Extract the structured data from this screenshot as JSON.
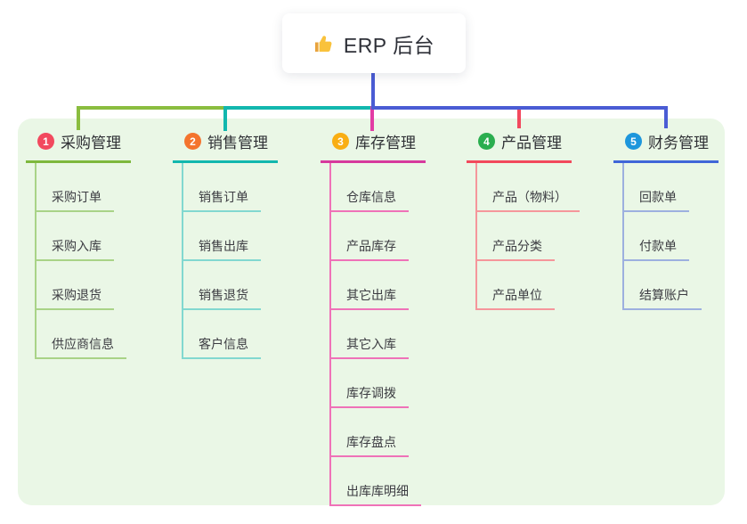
{
  "root": {
    "label": "ERP 后台",
    "icon": "thumbs-up-icon"
  },
  "canvas": {
    "panel_bg": "#EAF7E6",
    "stem_color": "#4A5CD4"
  },
  "branches": [
    {
      "number": "1",
      "label": "采购管理",
      "circle_color": "#F2495E",
      "line_color": "#7EB83D",
      "child_line_color": "#A9D387",
      "elbow_color": "#8ABD3F",
      "items": [
        "采购订单",
        "采购入库",
        "采购退货",
        "供应商信息"
      ]
    },
    {
      "number": "2",
      "label": "销售管理",
      "circle_color": "#F4742E",
      "line_color": "#12B7AE",
      "child_line_color": "#82D8D0",
      "elbow_color": "#12B7AE",
      "items": [
        "销售订单",
        "销售出库",
        "销售退货",
        "客户信息"
      ]
    },
    {
      "number": "3",
      "label": "库存管理",
      "circle_color": "#F9AE13",
      "line_color": "#D63A9D",
      "child_line_color": "#EF72B8",
      "elbow_color": "#E23CA4",
      "items": [
        "仓库信息",
        "产品库存",
        "其它出库",
        "其它入库",
        "库存调拨",
        "库存盘点",
        "出库库明细"
      ]
    },
    {
      "number": "4",
      "label": "产品管理",
      "circle_color": "#2AAE4F",
      "line_color": "#F2495C",
      "child_line_color": "#F5969B",
      "elbow_color": "#F2495E",
      "items": [
        "产品（物料）",
        "产品分类",
        "产品单位"
      ]
    },
    {
      "number": "5",
      "label": "财务管理",
      "circle_color": "#1D96DC",
      "line_color": "#4066D8",
      "child_line_color": "#9DB0DF",
      "elbow_color": "#4A5CD4",
      "items": [
        "回款单",
        "付款单",
        "结算账户"
      ]
    }
  ]
}
